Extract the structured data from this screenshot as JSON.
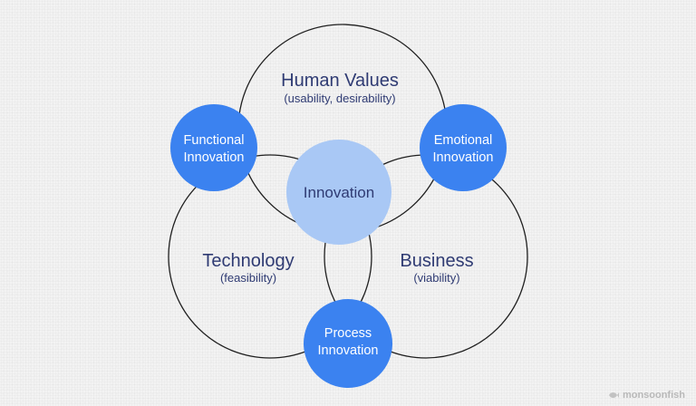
{
  "diagram": {
    "human_values": {
      "title": "Human Values",
      "subtitle": "(usability, desirability)"
    },
    "technology": {
      "title": "Technology",
      "subtitle": "(feasibility)"
    },
    "business": {
      "title": "Business",
      "subtitle": "(viability)"
    },
    "functional_innovation": {
      "line1": "Functional",
      "line2": "Innovation"
    },
    "emotional_innovation": {
      "line1": "Emotional",
      "line2": "Innovation"
    },
    "process_innovation": {
      "line1": "Process",
      "line2": "Innovation"
    },
    "center": {
      "label": "Innovation"
    }
  },
  "brand": {
    "name": "monsoonfish"
  },
  "colors": {
    "primary_blue": "#3b82f0",
    "light_blue": "#a9c8f5",
    "text_navy": "#2f3b73",
    "outline": "#1f1f1f",
    "background": "#f3f3f3"
  },
  "icons": {
    "brand": "fish-icon"
  }
}
